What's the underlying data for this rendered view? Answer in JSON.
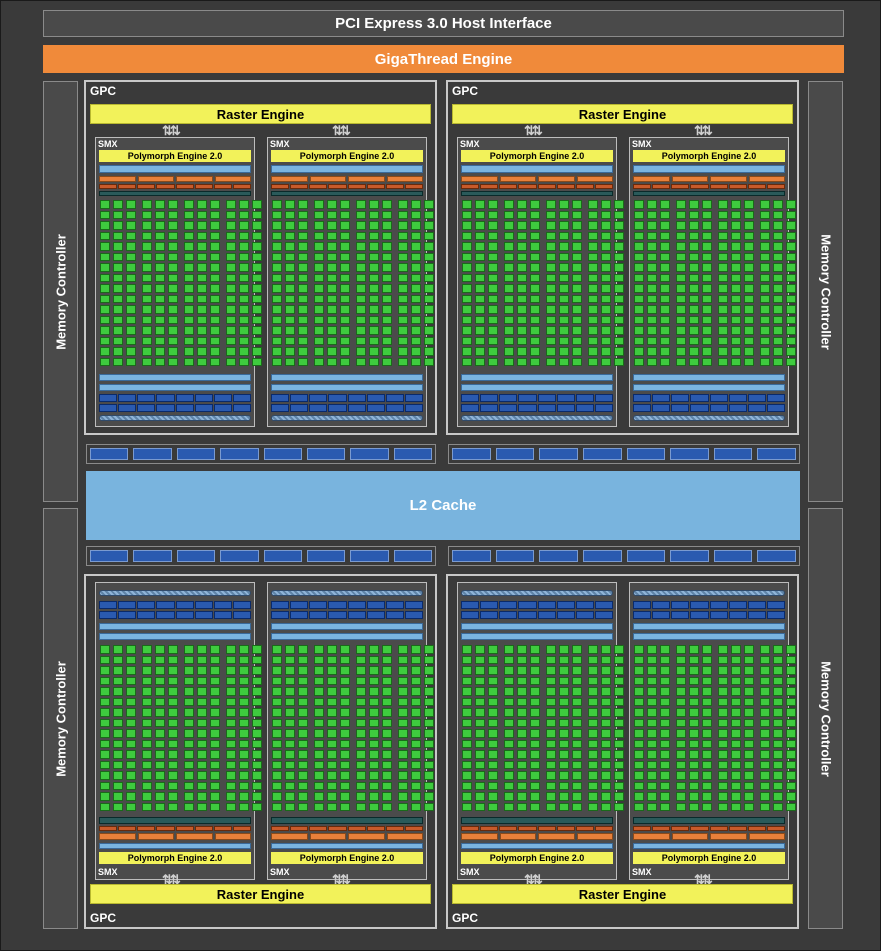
{
  "top_bar": {
    "pcie_label": "PCI Express 3.0 Host Interface",
    "gigathread_label": "GigaThread Engine"
  },
  "memory_controller_label": "Memory Controller",
  "l2_cache_label": "L2 Cache",
  "gpc": {
    "label": "GPC",
    "raster_label": "Raster Engine"
  },
  "smx": {
    "label": "SMX",
    "polymorph_label": "Polymorph Engine 2.0"
  },
  "colors": {
    "background": "#3a3a3a",
    "gigathread": "#f08a3a",
    "raster_polymorph": "#f2f25a",
    "cuda_core": "#3ecb3e",
    "l2_cache": "#79b4de",
    "register_blue": "#2a5ab0"
  },
  "icons": {
    "transfer_arrows": "double-arrow-icon"
  },
  "counts": {
    "gpc_count": 4,
    "smx_per_gpc": 2,
    "memory_controllers": 4,
    "cuda_core_columns": 12,
    "cuda_core_rows": 16
  }
}
